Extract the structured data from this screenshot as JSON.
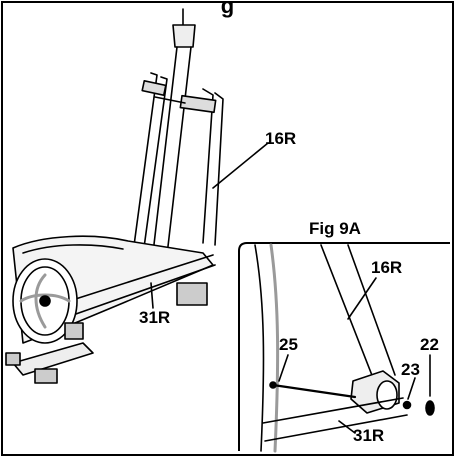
{
  "header": {
    "title_fragment": "g"
  },
  "main": {
    "labels": {
      "part_16r_main": "16R",
      "part_31r_main": "31R"
    }
  },
  "inset": {
    "title": "Fig 9A",
    "labels": {
      "part_16r": "16R",
      "part_25": "25",
      "part_23": "23",
      "part_22": "22",
      "part_31r": "31R"
    }
  },
  "colors": {
    "line": "#000000",
    "shade": "#9a9a9a",
    "background": "#ffffff"
  }
}
